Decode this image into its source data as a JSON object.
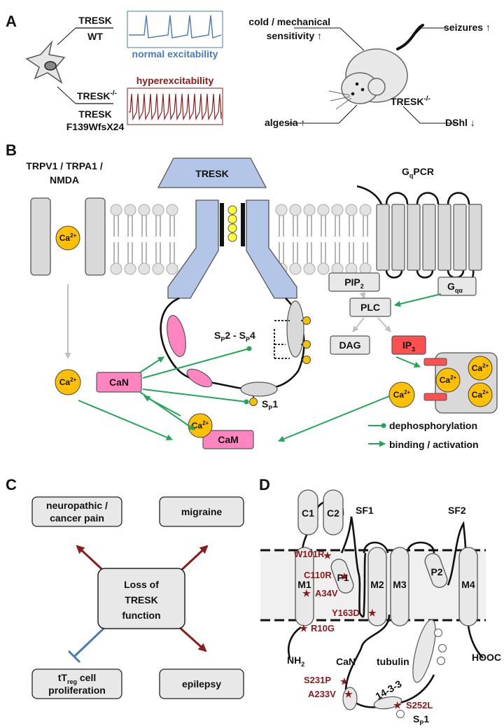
{
  "panels": {
    "a": "A",
    "b": "B",
    "c": "C",
    "d": "D"
  },
  "panel_a": {
    "tresk": "TRESK",
    "wt": "WT",
    "tresk_ko_base": "TRESK",
    "ko_sup": "-/-",
    "tresk_mut_line1": "TRESK",
    "tresk_mut_line2": "F139WfsX24",
    "normal_excitability": "normal excitability",
    "hyperexcitability": "hyperexcitability",
    "cold_line1": "cold / mechanical",
    "cold_line2": "sensitivity ↑",
    "seizures": "seizures ↑",
    "mouse_base": "TRESK",
    "algesia": "algesia ↑",
    "dshi": "DShl ↓"
  },
  "panel_b": {
    "trp_line1": "TRPV1 / TRPA1 /",
    "trp_line2": "NMDA",
    "tresk": "TRESK",
    "gpcr_base": "G",
    "gpcr_sub": "q",
    "gpcr_rest": "PCR",
    "ca_base": "Ca",
    "ca_sup": "2+",
    "pip_base": "PIP",
    "pip_sub": "2",
    "galpha_base": "G",
    "galpha_sub": "qα",
    "plc": "PLC",
    "dag": "DAG",
    "ip3_base": "IP",
    "ip3_sub": "3",
    "can": "CaN",
    "cam": "CaM",
    "s": "S",
    "p": "P",
    "sp2": "2 - ",
    "sp4": "4",
    "sp1": "1",
    "legend_dephos": "dephosphorylation",
    "legend_binding": "binding / activation"
  },
  "panel_c": {
    "center_line1": "Loss of",
    "center_line2": "TRESK",
    "center_line3": "function",
    "neuro_line1": "neuropathic /",
    "neuro_line2": "cancer pain",
    "migraine": "migraine",
    "ttreg_t": "tT",
    "ttreg_sub": "reg",
    "ttreg_rest": " cell",
    "ttreg_line2": "proliferation",
    "epilepsy": "epilepsy"
  },
  "panel_d": {
    "c1": "C1",
    "c2": "C2",
    "sf1": "SF1",
    "sf2": "SF2",
    "p1": "P1",
    "p2": "P2",
    "m1": "M1",
    "m2": "M2",
    "m3": "M3",
    "m4": "M4",
    "w101r": "W101R",
    "c110r": "C110R",
    "a34v": "A34V",
    "y163d": "Y163D",
    "r10g": "R10G",
    "nh2_base": "NH",
    "nh2_sub": "2",
    "hooc": "HOOC",
    "can": "CaN",
    "tubulin": "tubulin",
    "s231p": "S231P",
    "a233v": "A233V",
    "protein_1433": "14-3-3",
    "s252l": "S252L",
    "sp1_s": "S",
    "sp1_p": "P",
    "sp1_n": "1"
  },
  "colors": {
    "tresk_blue": "#b4c6e7",
    "can_pink": "#ff85c0",
    "ca_yellow": "#ffc000",
    "ip3_red": "#ff5050",
    "arrow_green": "#21a65a",
    "dark_red": "#8b1a1a",
    "inhibit_blue": "#4a7ab8",
    "box_grey": "#e8e8e8"
  }
}
